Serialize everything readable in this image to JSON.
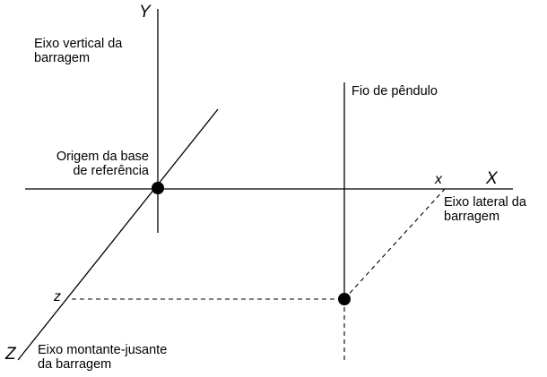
{
  "axes": {
    "y_letter": "Y",
    "x_letter": "X",
    "z_letter": "Z"
  },
  "coordinates": {
    "x_letter": "x",
    "z_letter": "z"
  },
  "labels": {
    "vertical_axis": [
      "Eixo vertical da",
      "barragem"
    ],
    "pendulum_wire": "Fio de pêndulo",
    "origin": [
      "Origem da base",
      "de referência"
    ],
    "lateral_axis": [
      "Eixo lateral da",
      "barragem"
    ],
    "upstream_downstream_axis": [
      "Eixo montante-jusante",
      "da barragem"
    ]
  },
  "colors": {
    "line": "#000000",
    "background": "#ffffff"
  }
}
